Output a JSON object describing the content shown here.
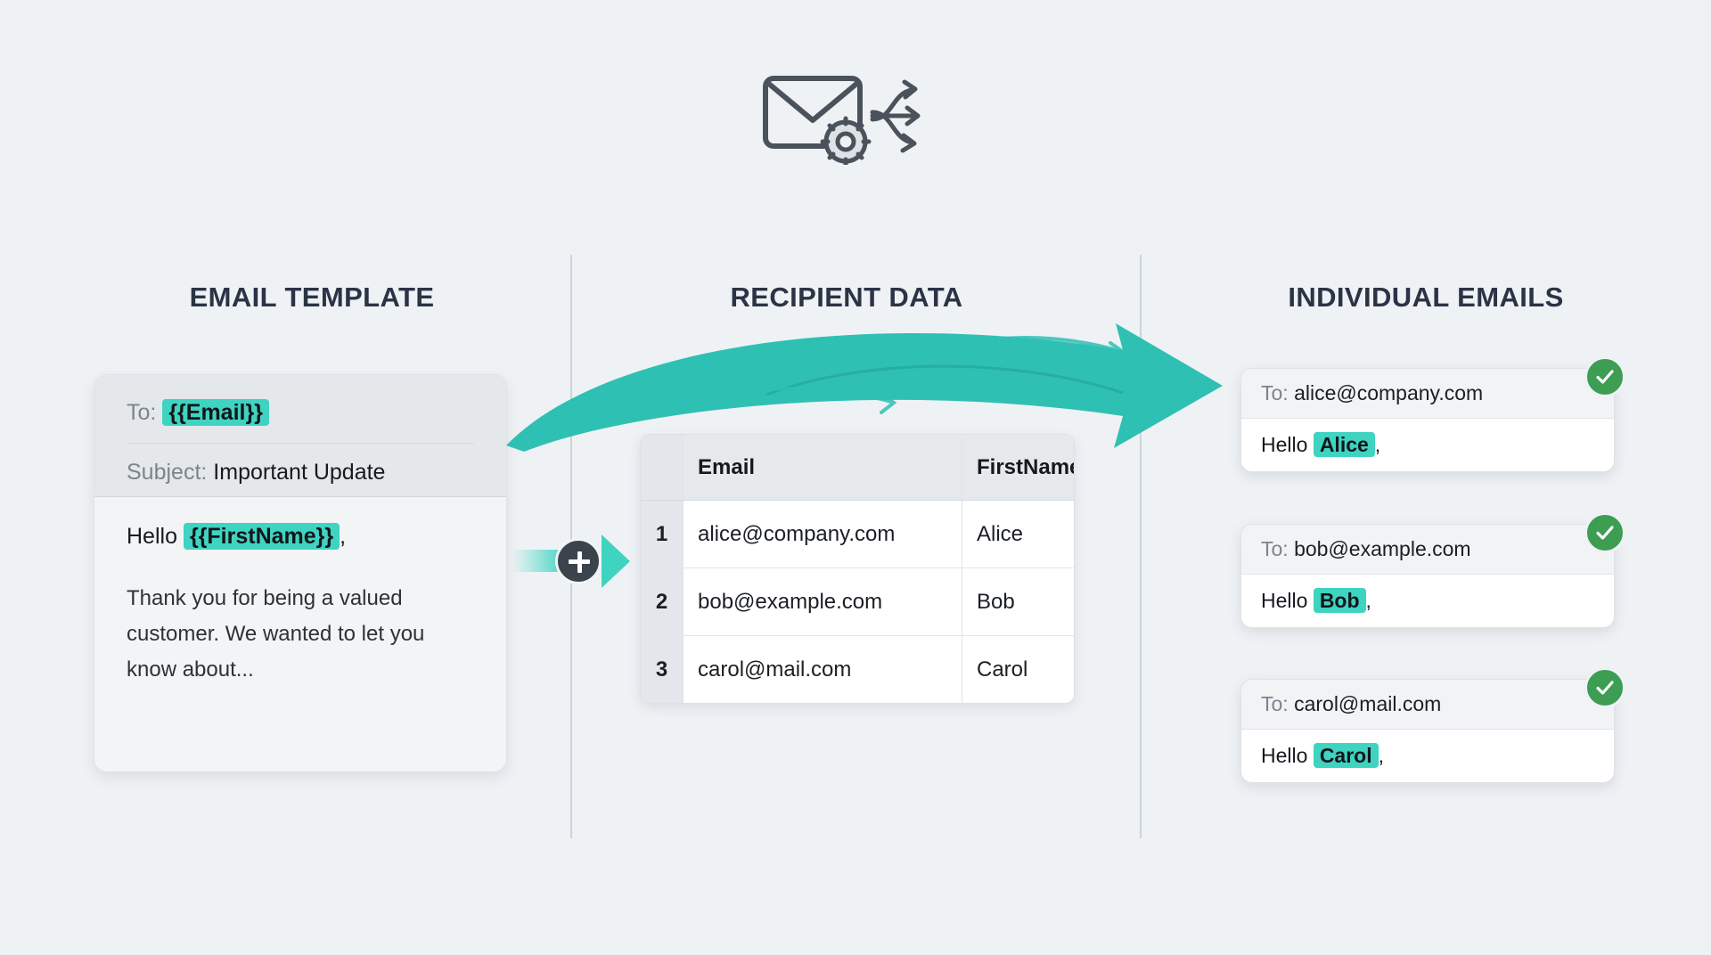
{
  "background_color": "#eff2f5",
  "accent_color": "#3fd3c1",
  "success_color": "#3c9d53",
  "heading_color": "#2b3445",
  "hero": {
    "icon": "envelope-gear-distribute-icon",
    "alt": "Mail merge automation"
  },
  "columns": [
    {
      "id": "email-template",
      "title": "EMAIL TEMPLATE"
    },
    {
      "id": "recipient-data",
      "title": "RECIPIENT DATA"
    },
    {
      "id": "individual-emails",
      "title": "INDIVIDUAL EMAILS"
    }
  ],
  "template_card": {
    "to_label": "To:",
    "to_token": "{{Email}}",
    "subject_label": "Subject:",
    "subject_value": "Important Update",
    "greeting_prefix": "Hello",
    "greeting_token": "{{FirstName}}",
    "greeting_suffix": ",",
    "body_text": "Thank you for being a valued customer. We wanted to let you know about..."
  },
  "merge_connector": {
    "icon": "plus-icon",
    "arrow_icon": "triangle-right-icon"
  },
  "flow_arrow": {
    "icon": "curved-arrow-right-icon",
    "accent_icon": "thin-arrow-right-icon"
  },
  "recipient_table": {
    "index_header": "",
    "headers": [
      "Email",
      "FirstName"
    ],
    "rows": [
      {
        "index": "1",
        "email": "alice@company.com",
        "first_name": "Alice"
      },
      {
        "index": "2",
        "email": "bob@example.com",
        "first_name": "Bob"
      },
      {
        "index": "3",
        "email": "carol@mail.com",
        "first_name": "Carol"
      }
    ]
  },
  "output_emails": [
    {
      "to_label": "To:",
      "to_value": "alice@company.com",
      "greeting_prefix": "Hello",
      "greeting_name": "Alice",
      "greeting_suffix": ",",
      "status_icon": "check-circle-icon"
    },
    {
      "to_label": "To:",
      "to_value": "bob@example.com",
      "greeting_prefix": "Hello",
      "greeting_name": "Bob",
      "greeting_suffix": ",",
      "status_icon": "check-circle-icon"
    },
    {
      "to_label": "To:",
      "to_value": "carol@mail.com",
      "greeting_prefix": "Hello",
      "greeting_name": "Carol",
      "greeting_suffix": ",",
      "status_icon": "check-circle-icon"
    }
  ]
}
